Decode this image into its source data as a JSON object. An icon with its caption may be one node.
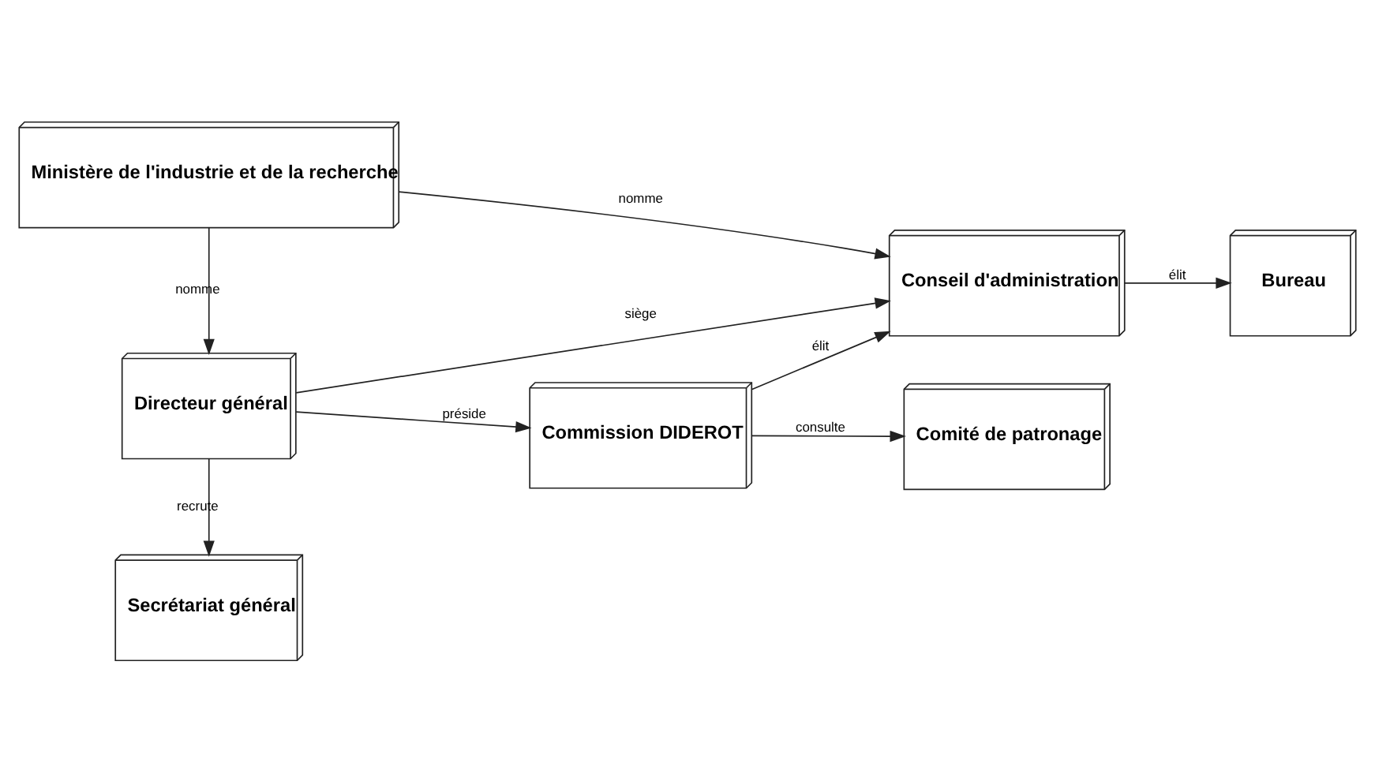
{
  "diagram": {
    "nodes": [
      {
        "text": [
          "Ministère de l'industrie et de la recherche"
        ]
      },
      {
        "text": [
          "Comité de patronage"
        ]
      },
      {
        "text": [
          "Commission DIDEROT"
        ]
      },
      {
        "text": [
          "Directeur général"
        ]
      },
      {
        "text": [
          "Conseil d'administration"
        ]
      },
      {
        "text": [
          "Bureau"
        ]
      },
      {
        "text": [
          "Secrétariat général"
        ]
      }
    ],
    "edges": [
      {
        "from": 0,
        "to": 3,
        "arrow": "to",
        "label": "nomme"
      },
      {
        "from": 0,
        "to": 4,
        "arrow": "to",
        "label": "nomme"
      },
      {
        "from": 2,
        "to": 1,
        "arrow": "to",
        "label": "consulte"
      },
      {
        "from": 3,
        "to": 2,
        "arrow": "to",
        "label": "préside"
      },
      {
        "from": 3,
        "to": 4,
        "arrow": "to",
        "label": "siège"
      },
      {
        "from": 4,
        "to": 5,
        "arrow": "to",
        "label": "élit"
      },
      {
        "from": 3,
        "to": 6,
        "arrow": "to",
        "label": "recrute"
      },
      {
        "from": 2,
        "to": 4,
        "arrow": "to",
        "label": "élit"
      }
    ]
  }
}
